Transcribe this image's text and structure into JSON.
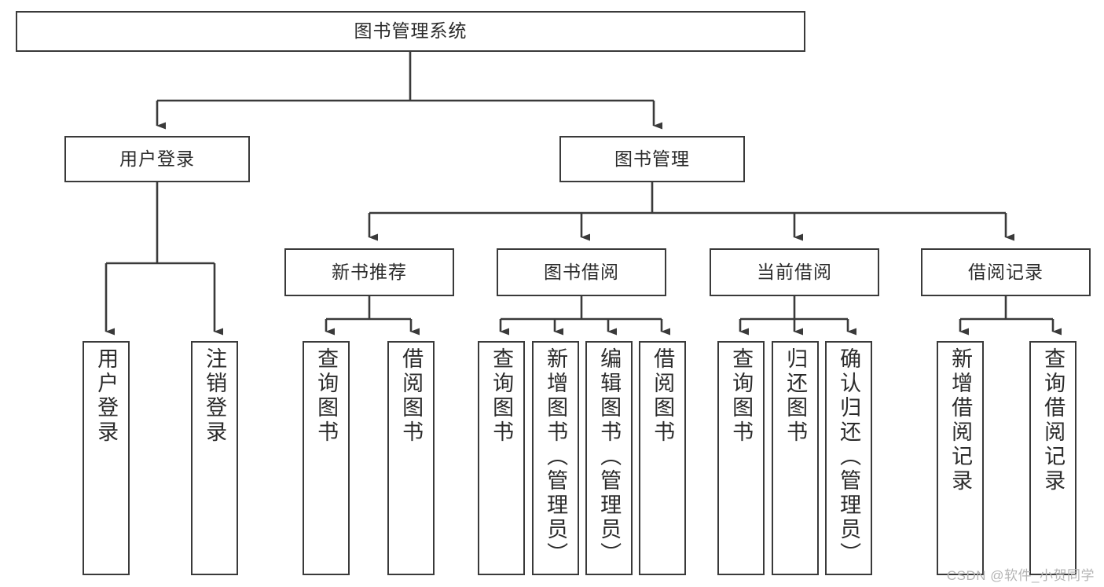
{
  "diagram": {
    "title": "图书管理系统",
    "type": "tree-hierarchy-diagram",
    "colors": {
      "box_border": "#3a3a3a",
      "box_fill": "#ffffff",
      "connector": "#3a3a3a",
      "text": "#2b2b2b",
      "watermark": "#b4b4b4",
      "background": "#ffffff"
    }
  },
  "root": {
    "label": "图书管理系统"
  },
  "level2": [
    {
      "label": "用户登录"
    },
    {
      "label": "图书管理"
    }
  ],
  "level3": [
    {
      "label": "新书推荐"
    },
    {
      "label": "图书借阅"
    },
    {
      "label": "当前借阅"
    },
    {
      "label": "借阅记录"
    }
  ],
  "leaves": {
    "user_login": [
      {
        "label": "用户登录"
      },
      {
        "label": "注销登录"
      }
    ],
    "new_book_recommend": [
      {
        "label": "查询图书"
      },
      {
        "label": "借阅图书"
      }
    ],
    "book_borrow": [
      {
        "label": "查询图书"
      },
      {
        "label": "新增图书（管理员）"
      },
      {
        "label": "编辑图书（管理员）"
      },
      {
        "label": "借阅图书"
      }
    ],
    "current_borrow": [
      {
        "label": "查询图书"
      },
      {
        "label": "归还图书"
      },
      {
        "label": "确认归还（管理员）"
      }
    ],
    "borrow_record": [
      {
        "label": "新增借阅记录"
      },
      {
        "label": "查询借阅记录"
      }
    ]
  },
  "watermark": {
    "text": "CSDN @软件_小贺同学"
  }
}
